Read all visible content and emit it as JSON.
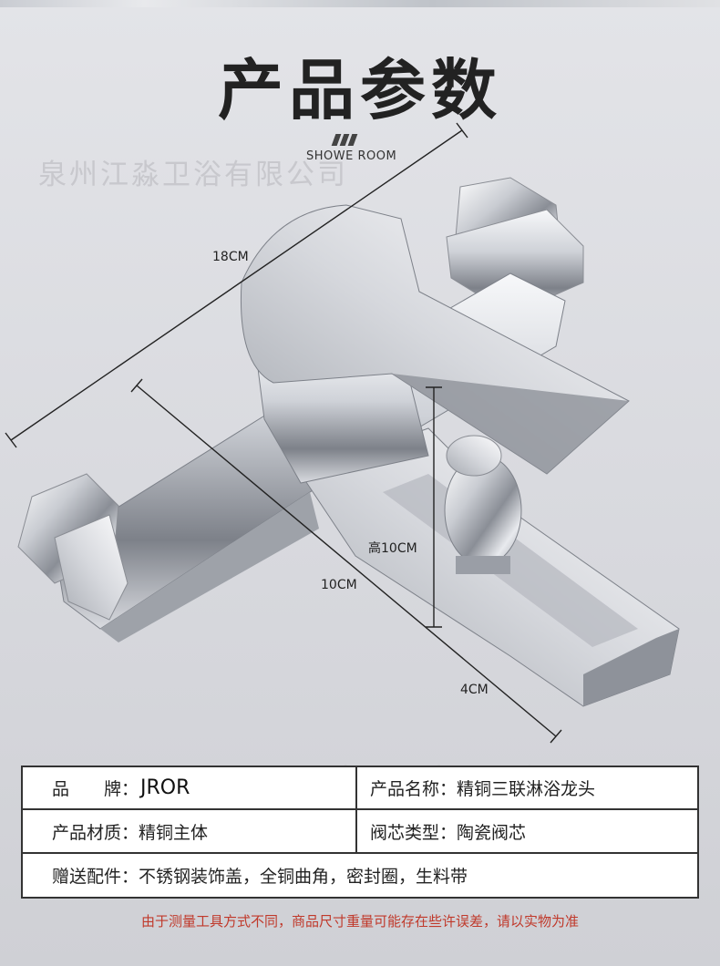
{
  "header": {
    "title": "产品参数",
    "subtitle": "SHOWE ROOM"
  },
  "watermarks": {
    "top": "泉州江淼卫浴有限公司",
    "middle": "泉州江淼卫浴有限公司"
  },
  "dimensions": {
    "length": "18CM",
    "height": "高10CM",
    "spout": "10CM",
    "outlet": "4CM"
  },
  "specs": {
    "brand_label": "品　　牌：",
    "brand_value": "JROR",
    "name_label": "产品名称：",
    "name_value": "精铜三联淋浴龙头",
    "material_label": "产品材质：",
    "material_value": "精铜主体",
    "core_label": "阀芯类型：",
    "core_value": "陶瓷阀芯",
    "accessories_label": "赠送配件：",
    "accessories_value": "不锈钢装饰盖，全铜曲角，密封圈，生料带"
  },
  "note": "由于测量工具方式不同，商品尺寸重量可能存在些许误差，请以实物为准",
  "colors": {
    "note_red": "#c0392b",
    "chrome_light": "#f4f5f7",
    "chrome_dark": "#6e7178"
  }
}
